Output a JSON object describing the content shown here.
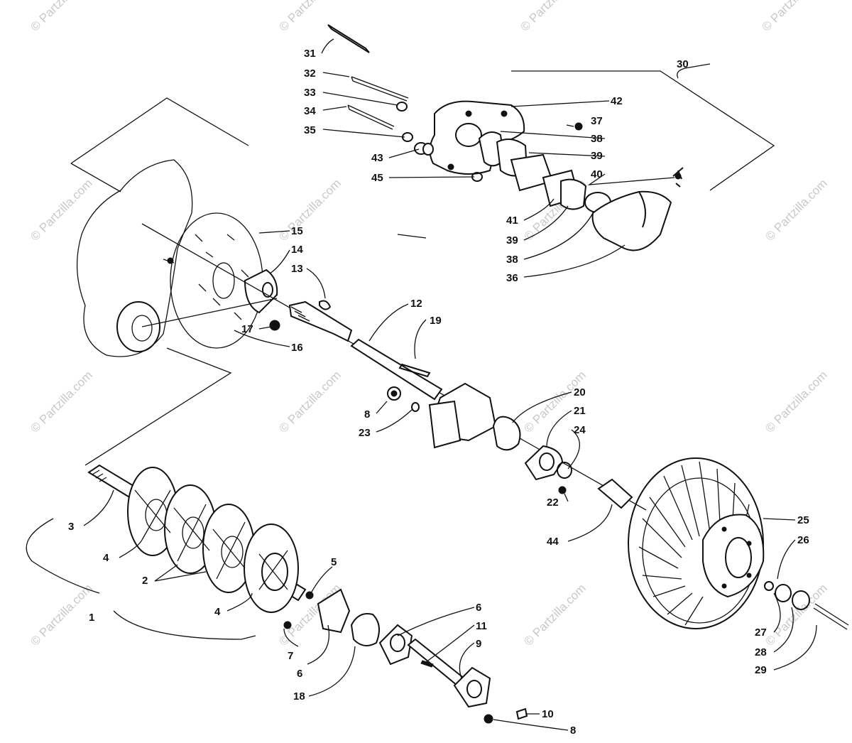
{
  "watermark": "© Partzilla.com",
  "callouts": [
    {
      "id": "c31",
      "text": "31"
    },
    {
      "id": "c32",
      "text": "32"
    },
    {
      "id": "c33",
      "text": "33"
    },
    {
      "id": "c34",
      "text": "34"
    },
    {
      "id": "c35",
      "text": "35"
    },
    {
      "id": "c43",
      "text": "43"
    },
    {
      "id": "c45",
      "text": "45"
    },
    {
      "id": "c30",
      "text": "30"
    },
    {
      "id": "c42",
      "text": "42"
    },
    {
      "id": "c37",
      "text": "37"
    },
    {
      "id": "c38a",
      "text": "38"
    },
    {
      "id": "c39a",
      "text": "39"
    },
    {
      "id": "c40",
      "text": "40"
    },
    {
      "id": "c41",
      "text": "41"
    },
    {
      "id": "c39b",
      "text": "39"
    },
    {
      "id": "c38b",
      "text": "38"
    },
    {
      "id": "c36",
      "text": "36"
    },
    {
      "id": "c15",
      "text": "15"
    },
    {
      "id": "c14",
      "text": "14"
    },
    {
      "id": "c13",
      "text": "13"
    },
    {
      "id": "c17",
      "text": "17"
    },
    {
      "id": "c16",
      "text": "16"
    },
    {
      "id": "c12",
      "text": "12"
    },
    {
      "id": "c19",
      "text": "19"
    },
    {
      "id": "c8a",
      "text": "8"
    },
    {
      "id": "c23",
      "text": "23"
    },
    {
      "id": "c20",
      "text": "20"
    },
    {
      "id": "c21",
      "text": "21"
    },
    {
      "id": "c24",
      "text": "24"
    },
    {
      "id": "c22",
      "text": "22"
    },
    {
      "id": "c44",
      "text": "44"
    },
    {
      "id": "c25",
      "text": "25"
    },
    {
      "id": "c26",
      "text": "26"
    },
    {
      "id": "c27",
      "text": "27"
    },
    {
      "id": "c28",
      "text": "28"
    },
    {
      "id": "c29",
      "text": "29"
    },
    {
      "id": "c3",
      "text": "3"
    },
    {
      "id": "c4a",
      "text": "4"
    },
    {
      "id": "c2",
      "text": "2"
    },
    {
      "id": "c1",
      "text": "1"
    },
    {
      "id": "c4b",
      "text": "4"
    },
    {
      "id": "c5",
      "text": "5"
    },
    {
      "id": "c7",
      "text": "7"
    },
    {
      "id": "c6a",
      "text": "6"
    },
    {
      "id": "c6b",
      "text": "6"
    },
    {
      "id": "c11",
      "text": "11"
    },
    {
      "id": "c9",
      "text": "9"
    },
    {
      "id": "c18",
      "text": "18"
    },
    {
      "id": "c10",
      "text": "10"
    },
    {
      "id": "c8b",
      "text": "8"
    }
  ]
}
